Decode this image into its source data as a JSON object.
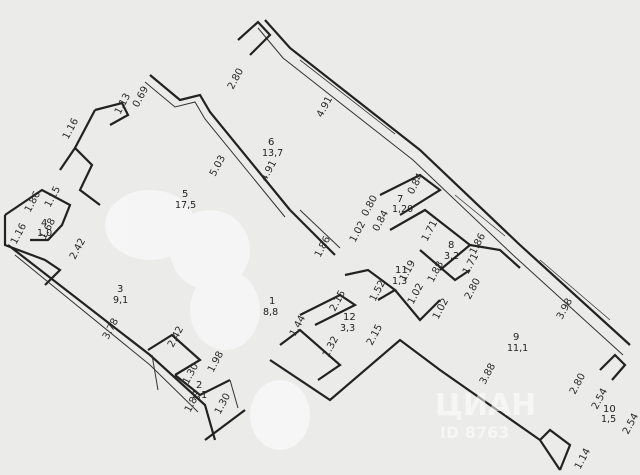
{
  "plan": {
    "rooms": [
      {
        "id": "1",
        "number": "1",
        "area": "8,8"
      },
      {
        "id": "2",
        "number": "2",
        "area": "2,1"
      },
      {
        "id": "3",
        "number": "3",
        "area": "9,1"
      },
      {
        "id": "4",
        "number": "4",
        "area": "1,0"
      },
      {
        "id": "5",
        "number": "5",
        "area": "17,5"
      },
      {
        "id": "6",
        "number": "6",
        "area": "13,7"
      },
      {
        "id": "7",
        "number": "7",
        "area": "1,20"
      },
      {
        "id": "8",
        "number": "8",
        "area": "3,2"
      },
      {
        "id": "9",
        "number": "9",
        "area": "11,1"
      },
      {
        "id": "10",
        "number": "10",
        "area": "1,5"
      },
      {
        "id": "11",
        "number": "11",
        "area": "1,3"
      },
      {
        "id": "12",
        "number": "12",
        "area": "3,3"
      }
    ],
    "dimensions": [
      "2.80",
      "4.91",
      "5.03",
      "4.91",
      "1.86",
      "1.15",
      "0.69",
      "1.16",
      "1.86",
      "1.16",
      "1.68",
      "2.42",
      "3.78",
      "1.02",
      "0.84",
      "1.02",
      "0.80",
      "0.84",
      "1.71",
      "1.86",
      "1.19",
      "1.52",
      "2.15",
      "1.44",
      "2.15",
      "1.32",
      "1.88",
      "1.71",
      "1.02",
      "2.80",
      "3.98",
      "3.88",
      "2.80",
      "2.54",
      "2.54",
      "1.14",
      "2.42",
      "1.30",
      "1.98",
      "1.80",
      "1.30",
      "1.13"
    ],
    "watermark": {
      "brand": "ЦИАН",
      "sub": "ID 8763"
    }
  }
}
